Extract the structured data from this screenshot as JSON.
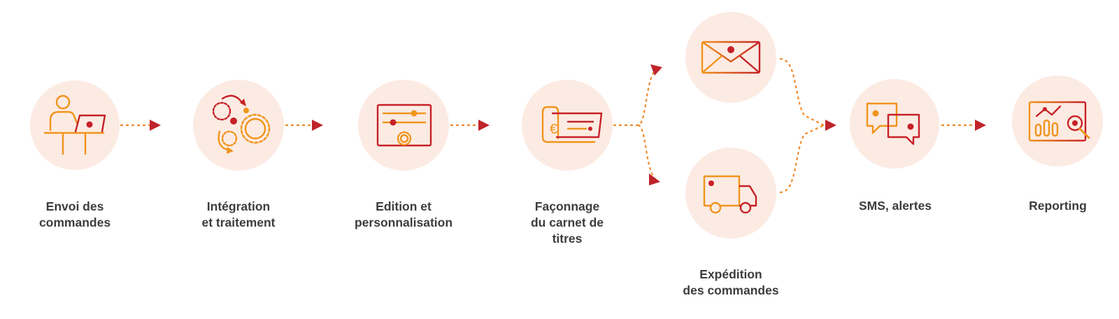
{
  "colors": {
    "circle_fill": "#fcebe3",
    "orange": "#f0941c",
    "red": "#c62127",
    "connector": "#ef8a2c",
    "arrow": "#c0242b",
    "text": "#3d3d3d"
  },
  "steps": [
    {
      "id": "envoi",
      "icon": "person-laptop-icon",
      "label": [
        "Envoi des",
        "commandes"
      ]
    },
    {
      "id": "integration",
      "icon": "gears-icon",
      "label": [
        "Intégration",
        "et traitement"
      ]
    },
    {
      "id": "edition",
      "icon": "document-settings-icon",
      "label": [
        "Edition et",
        "personnalisation"
      ]
    },
    {
      "id": "faconnage",
      "icon": "cheque-scroll-icon",
      "label": [
        "Façonnage",
        "du carnet de",
        "titres"
      ]
    },
    {
      "id": "expedition",
      "icon": "envelope-truck-icon",
      "label": [
        "Expédition",
        "des commandes"
      ]
    },
    {
      "id": "sms",
      "icon": "chat-bubbles-icon",
      "label": [
        "SMS, alertes"
      ]
    },
    {
      "id": "reporting",
      "icon": "report-magnifier-icon",
      "label": [
        "Reporting"
      ]
    }
  ]
}
